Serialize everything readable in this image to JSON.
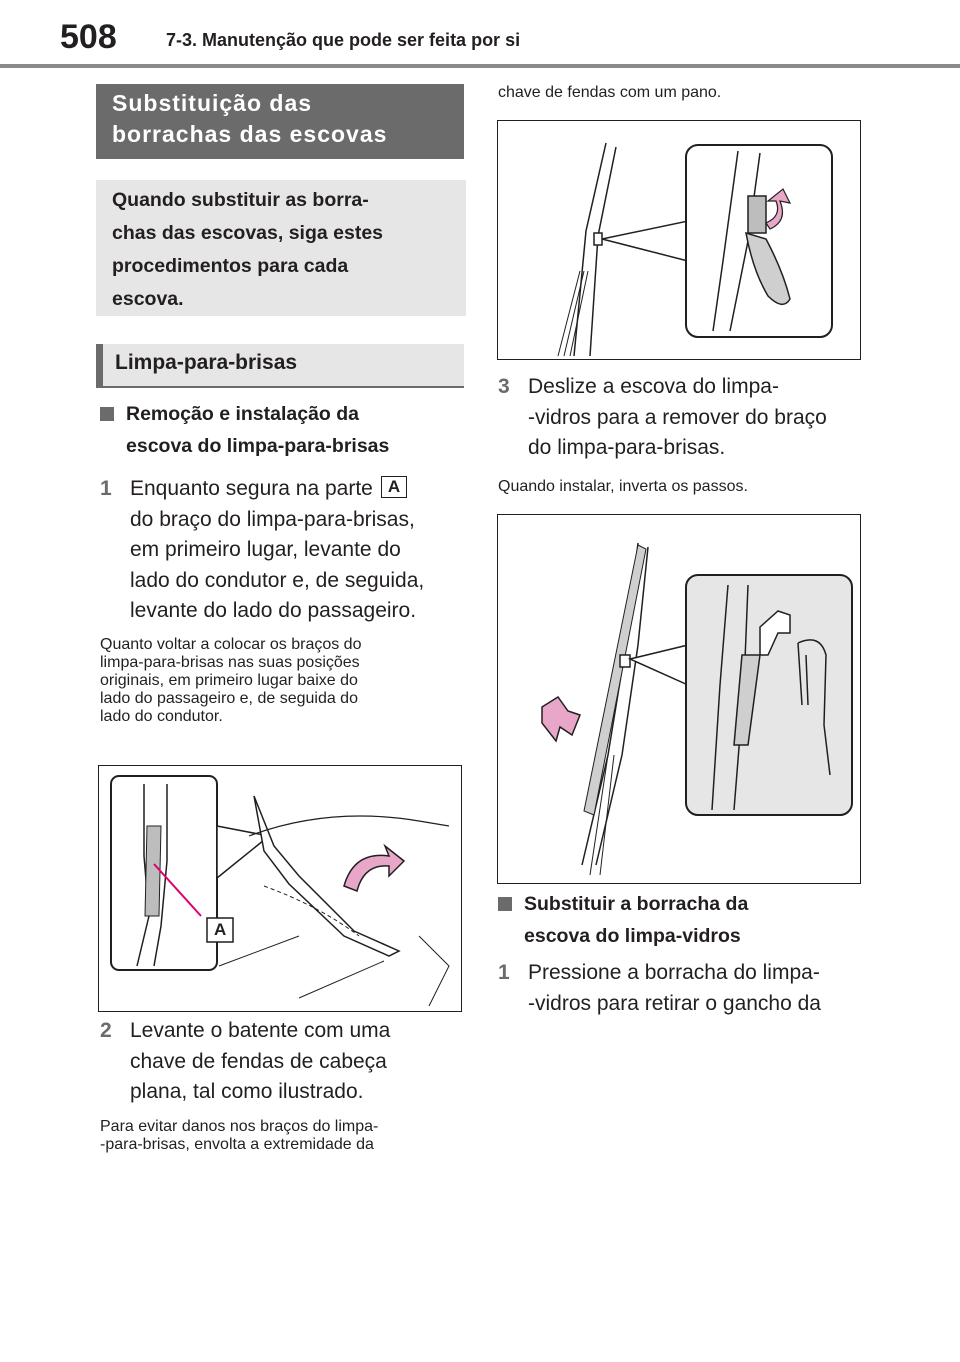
{
  "header": {
    "page_number": "508",
    "chapter": "7-3. Manutenção que pode ser feita por si"
  },
  "section": {
    "title_line1": "Substituição das",
    "title_line2": "borrachas das escovas"
  },
  "intro": {
    "lines": [
      "Quando substituir as borra-",
      "chas das escovas, siga estes",
      "procedimentos para cada",
      "escova."
    ]
  },
  "subsection": {
    "title": "Limpa-para-brisas"
  },
  "removal": {
    "heading_lines": [
      "Remoção e instalação da",
      "escova do limpa-para-brisas"
    ],
    "step1": {
      "number": "1",
      "line1": "Enquanto segura na parte",
      "label": "A",
      "rest": [
        "do braço do limpa-para-brisas,",
        "em primeiro lugar, levante do",
        "lado do condutor e, de seguida,",
        "levante do lado do passageiro."
      ]
    },
    "note1": [
      "Quanto voltar a colocar os braços do",
      "limpa-para-brisas nas suas posições",
      "originais, em primeiro lugar baixe do",
      "lado do passageiro e, de seguida do",
      "lado do condutor."
    ],
    "figure1_label": "A",
    "step2": {
      "number": "2",
      "lines": [
        "Levante o batente com uma",
        "chave de fendas de cabeça",
        "plana, tal como ilustrado."
      ]
    },
    "note2": [
      "Para evitar danos nos braços do limpa-",
      "-para-brisas, envolta a extremidade da"
    ],
    "note2_cont": "chave de fendas com um pano.",
    "step3": {
      "number": "3",
      "lines": [
        "Deslize a escova do limpa-",
        "-vidros para a remover do braço",
        "do limpa-para-brisas."
      ]
    },
    "note3": "Quando instalar, inverta os passos."
  },
  "rubber": {
    "heading_lines": [
      "Substituir a borracha da",
      "escova do limpa-vidros"
    ],
    "step1": {
      "number": "1",
      "lines": [
        "Pressione a borracha do limpa-",
        "-vidros para retirar o gancho da"
      ]
    }
  },
  "colors": {
    "accent_gray": "#6b6b6b",
    "light_gray": "#e6e6e6",
    "pink": "#e8a7c8",
    "arrow_magenta": "#e0006e"
  },
  "icons": [
    "curved-arrow-icon",
    "slide-arrow-icon"
  ]
}
